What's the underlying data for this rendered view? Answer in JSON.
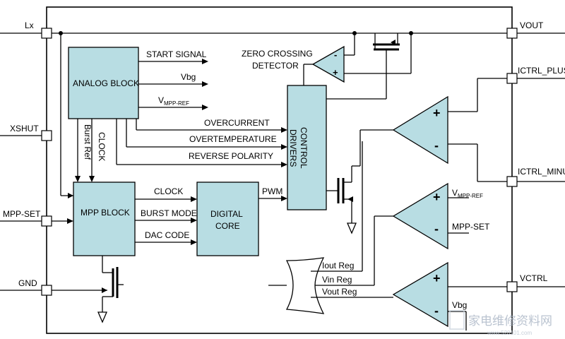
{
  "pins": {
    "lx": "Lx",
    "xshut": "XSHUT",
    "mpp_set": "MPP-SET",
    "gnd": "GND",
    "vout": "VOUT",
    "ictrl_plus": "ICTRL_PLUS",
    "ictrl_minus": "ICTRL_MINUS",
    "vctrl": "VCTRL"
  },
  "blocks": {
    "analog": "ANALOG BLOCK",
    "mpp": "MPP BLOCK",
    "digital_core_line1": "DIGITAL",
    "digital_core_line2": "CORE",
    "control_drivers_line1": "CONTROL",
    "control_drivers_line2": "DRIVERS"
  },
  "signals": {
    "start_signal": "START SIGNAL",
    "vbg": "Vbg",
    "vmpp_ref_main": "V",
    "vmpp_ref_sub": "MPP-REF",
    "overcurrent": "OVERCURRENT",
    "overtemperature": "OVERTEMPERATURE",
    "reverse_polarity": "REVERSE POLARITY",
    "burst_ref": "Burst Ref",
    "clock_vertical": "CLOCK",
    "clock": "CLOCK",
    "burst_mode": "BURST MODE",
    "dac_code": "DAC CODE",
    "pwm": "PWM",
    "zero_crossing_line1": "ZERO CROSSING",
    "zero_crossing_line2": "DETECTOR",
    "iout_reg": "Iout Reg",
    "vin_reg": "Vin Reg",
    "vout_reg": "Vout Reg",
    "amp2_vref_main": "V",
    "amp2_vref_sub": "MPP-REF",
    "amp2_mppset": "MPP-SET",
    "amp3_vbg": "Vbg",
    "plus": "+",
    "minus": "-"
  },
  "watermark": {
    "text": "家电维修资料网",
    "url": "www.520101.com"
  }
}
